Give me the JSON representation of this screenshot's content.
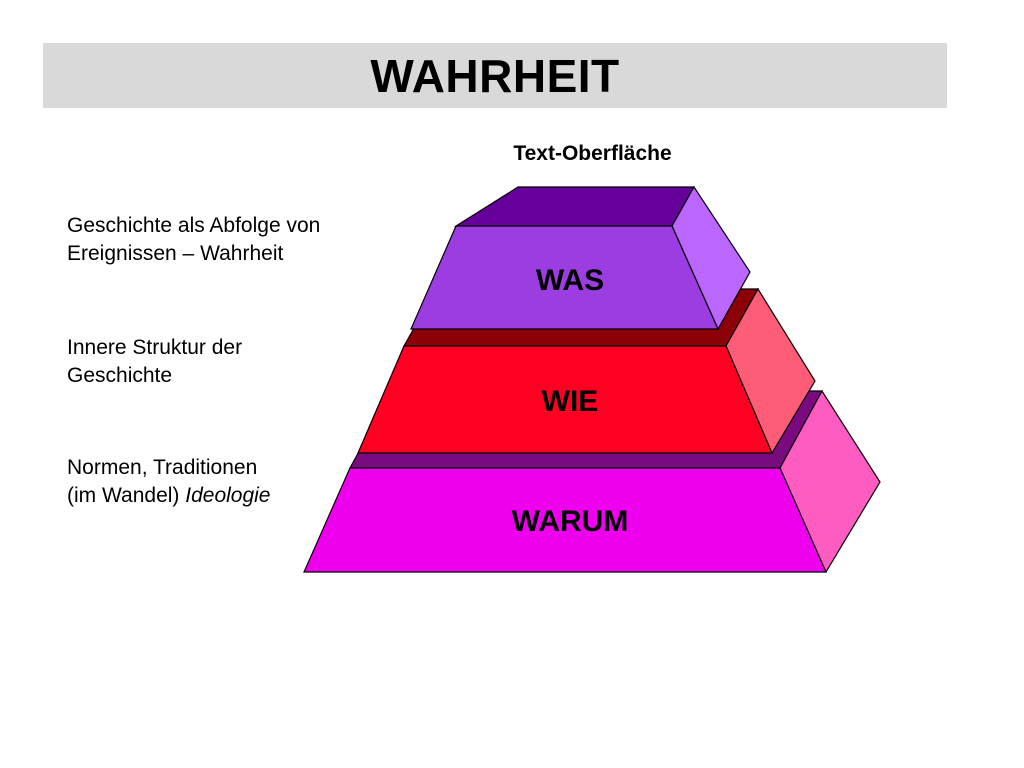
{
  "title": "WAHRHEIT",
  "surface_label": "Text-Oberfläche",
  "descriptions": [
    {
      "line1": "Geschichte als Abfolge von",
      "line2": "Ereignissen – Wahrheit"
    },
    {
      "line1": "Innere Struktur der",
      "line2": "Geschichte"
    },
    {
      "line1": "Normen, Traditionen",
      "line2_prefix": "(im Wandel) ",
      "line2_italic": "Ideologie"
    }
  ],
  "levels": [
    {
      "label": "WAS",
      "front_color": "#9b3de0",
      "top_color": "#66009a",
      "side_color": "#bb66ff"
    },
    {
      "label": "WIE",
      "front_color": "#ff0022",
      "top_color": "#8c0008",
      "side_color": "#ff5c78"
    },
    {
      "label": "WARUM",
      "front_color": "#ee00ee",
      "top_color": "#7a0a80",
      "side_color": "#ff5cc2"
    }
  ]
}
